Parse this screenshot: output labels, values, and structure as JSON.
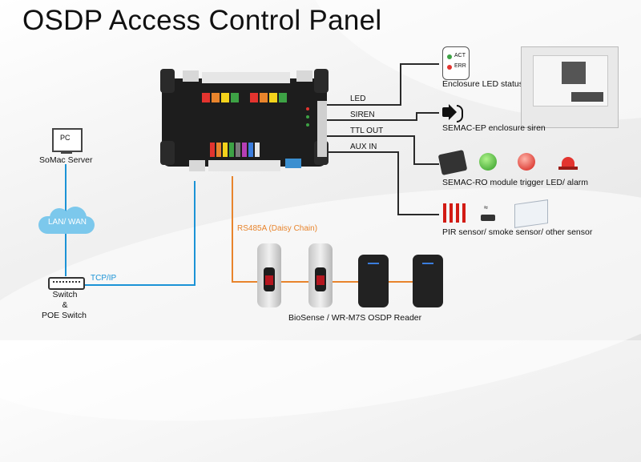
{
  "title": "OSDP Access Control Panel",
  "outputs": {
    "led": "LED",
    "siren": "SIREN",
    "ttl_out": "TTL OUT",
    "aux_in": "AUX IN"
  },
  "devices": {
    "enclosure_status": "Enclosure LED status",
    "act": "ACT",
    "err": "ERR",
    "siren": "SEMAC-EP enclosure siren",
    "module": "SEMAC-RO module trigger LED/ alarm",
    "sensors": "PIR sensor/ smoke sensor/ other sensor",
    "reader": "BioSense / WR-M7S OSDP Reader",
    "pc": "PC",
    "server": "SoMac Server",
    "cloud": "LAN/ WAN",
    "switch": [
      "Switch",
      "&",
      "POE Switch"
    ]
  },
  "links": {
    "rs485": "RS485A (Daisy Chain)",
    "tcpip": "TCP/IP"
  },
  "colors": {
    "wire_dark": "#2a2a2a",
    "wire_blue": "#1b93d6",
    "wire_orange": "#e8842c",
    "cloud": "#7cc8ec"
  }
}
